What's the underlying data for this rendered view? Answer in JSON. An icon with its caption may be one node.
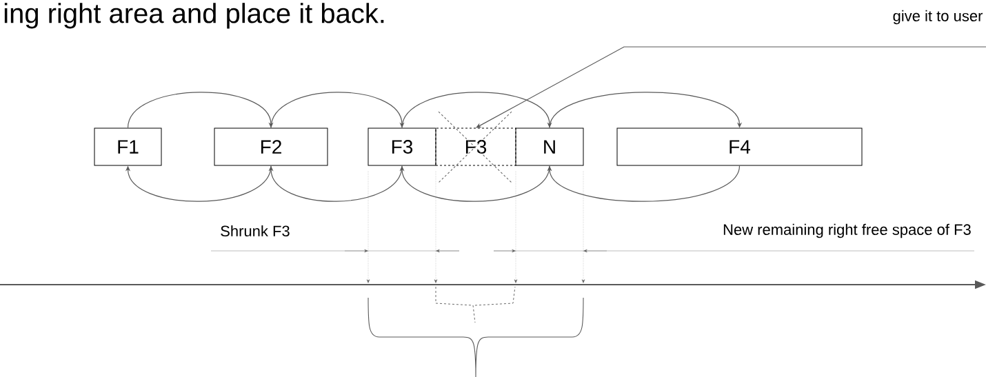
{
  "diagram": {
    "title": "ing right area and place it back.",
    "nodes": [
      {
        "text": [
          "F1"
        ]
      },
      {
        "text": [
          "F2"
        ]
      },
      {
        "text": [
          "F3"
        ]
      },
      {
        "text": [
          "F3"
        ]
      },
      {
        "text": [
          "N"
        ]
      },
      {
        "text": [
          "F4"
        ]
      }
    ],
    "edges": [
      {
        "from": 0,
        "to": 1,
        "arrow": "to"
      },
      {
        "from": 1,
        "to": 2,
        "arrow": "to"
      },
      {
        "from": 2,
        "to": 4,
        "arrow": "to"
      },
      {
        "from": 4,
        "to": 5,
        "arrow": "to"
      },
      {
        "from": 1,
        "to": 0,
        "arrow": "to"
      },
      {
        "from": 2,
        "to": 1,
        "arrow": "to"
      },
      {
        "from": 4,
        "to": 2,
        "arrow": "to"
      },
      {
        "from": 5,
        "to": 4,
        "arrow": "to"
      },
      {
        "from": null,
        "to": 3,
        "arrow": "to"
      }
    ],
    "labels": [
      "give it to user",
      "Shrunk F3",
      "New remaining right free space of F3"
    ]
  }
}
